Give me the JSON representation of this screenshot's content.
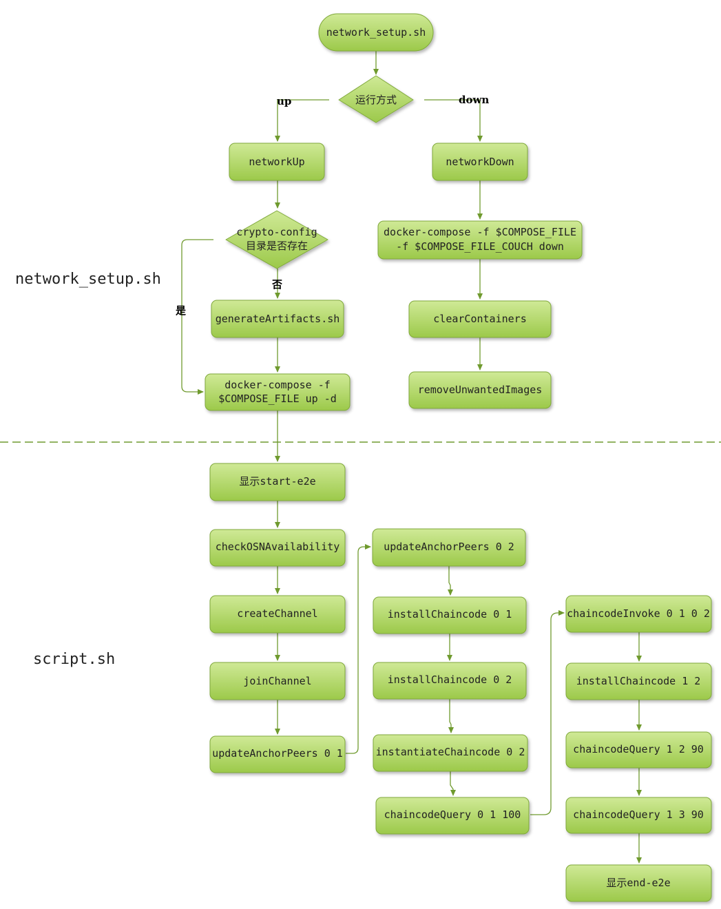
{
  "colors": {
    "node_fill_top": "#c9e78c",
    "node_fill_bottom": "#9cc94a",
    "node_stroke": "#7fa83a",
    "edge": "#6f9a2e",
    "divider": "#6f9a2e"
  },
  "sections": {
    "top": "network_setup.sh",
    "bottom": "script.sh"
  },
  "nodes": {
    "start": "network_setup.sh",
    "mode": "运行方式",
    "network_up": "networkUp",
    "network_down": "networkDown",
    "crypto_check_line1": "crypto-config",
    "crypto_check_line2": "目录是否存在",
    "compose_down_line1": "docker-compose -f $COMPOSE_FILE",
    "compose_down_line2": "-f $COMPOSE_FILE_COUCH down",
    "generate": "generateArtifacts.sh",
    "clear": "clearContainers",
    "compose_up_line1": "docker-compose -f",
    "compose_up_line2": "$COMPOSE_FILE up -d",
    "remove": "removeUnwantedImages",
    "show_start": "显示start-e2e",
    "check_osn": "checkOSNAvailability",
    "create_channel": "createChannel",
    "join_channel": "joinChannel",
    "update_anchor_01": "updateAnchorPeers 0 1",
    "update_anchor_02": "updateAnchorPeers 0 2",
    "install_01": "installChaincode 0 1",
    "install_02": "installChaincode 0 2",
    "instantiate_02": "instantiateChaincode 0 2",
    "query_01_100": "chaincodeQuery 0 1 100",
    "invoke_0102": "chaincodeInvoke 0 1 0 2",
    "install_12": "installChaincode 1 2",
    "query_12_90": "chaincodeQuery 1 2 90",
    "query_13_90": "chaincodeQuery 1 3 90",
    "show_end": "显示end-e2e"
  },
  "edge_labels": {
    "up": "up",
    "down": "down",
    "no": "否",
    "yes": "是"
  }
}
